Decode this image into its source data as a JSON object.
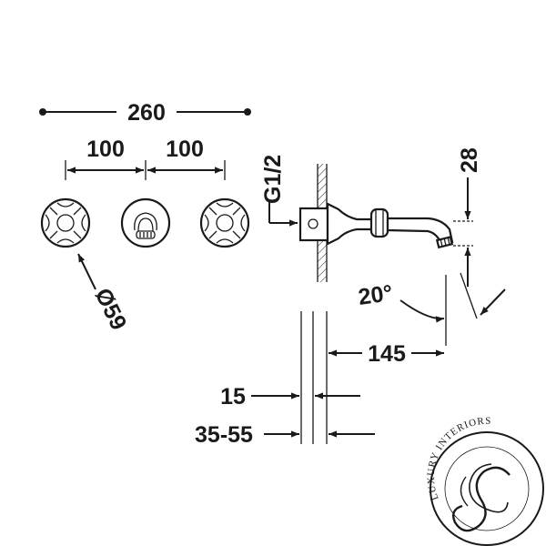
{
  "dimensions": {
    "overall_width": "260",
    "spacing_left": "100",
    "spacing_right": "100",
    "handle_diameter": "Ø59",
    "connection": "G1/2",
    "spout_height": "28",
    "spout_angle": "20°",
    "projection": "145",
    "wall_offset": "15",
    "wall_range": "35-55"
  },
  "logo": {
    "arc_text": "LUXURY INTERIORS"
  },
  "colors": {
    "ink": "#1a1a1a",
    "background": "#ffffff"
  }
}
